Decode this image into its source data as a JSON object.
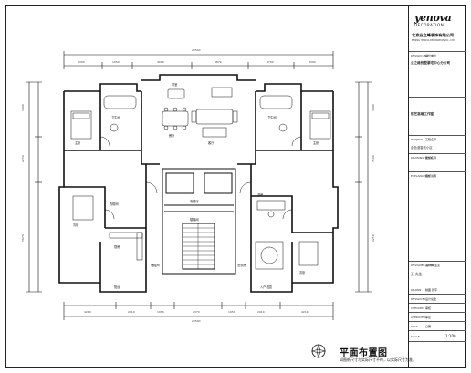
{
  "title_block": {
    "logo_word": "yenova",
    "logo_sub": "DECORATION",
    "company_name": "北京业之峰装饰有限公司",
    "company_en": "BEIJING YENOVA DECORATION CO., LTD.",
    "design_unit_label": "DESIGN UNIT",
    "design_unit_value": "设计单位",
    "branch": "业之峰别墅豪宅中心分公司",
    "studio": "德艺高端工作室",
    "project_label": "PROJECT",
    "project_value": "工程名称",
    "project_name": "金色漫香苑小区",
    "drawing_title_label": "DRAWING TITLE",
    "drawing_title_value": "图纸名称",
    "explanation_label": "EXPLANATION",
    "explanation_value": "图纸说明",
    "designer_label": "DESIGNER ADDR",
    "designer_value": "设计师/业主",
    "owner_name": "王 先生",
    "drawn_label": "DRAWN",
    "drawn_value": "制图 张宇",
    "design_label": "DESIGN BY",
    "design_value": "设计总监",
    "checked_label": "CHECKED",
    "checked_value": "审核",
    "approved_label": "APPROVED",
    "approved_value": "审定",
    "date_label": "DATE",
    "date_value": "日期",
    "scale_label": "SCALE",
    "scale_value": "1:100"
  },
  "plan": {
    "title": "平面布置图",
    "subtitle": "如图纸尺寸与实际尺寸不符，以实际尺寸为准。",
    "top_total": "23540",
    "top_dims": [
      "3300",
      "1950",
      "4000",
      "4870",
      "3700",
      "3300"
    ],
    "bottom_total": "23500",
    "bottom_dims": [
      "4210",
      "2910",
      "1950",
      "2370",
      "1950",
      "2910",
      "4210"
    ],
    "left_dims": [
      "3900",
      "2250",
      "5670"
    ],
    "right_dims": [
      "3900",
      "1560",
      "2250"
    ],
    "rooms": {
      "living": "客厅",
      "dining": "餐厅",
      "tea": "茶室",
      "master_left": "主卧",
      "master_right": "主卧",
      "bath_l": "卫生间",
      "bath_r": "卫生间",
      "study": "书房",
      "kitchen": "厨房",
      "bedroom_l": "次卧",
      "bedroom_r": "次卧",
      "cloak": "衣帽间",
      "stair": "楼梯间",
      "hall": "电梯厅",
      "balcony": "阳台",
      "storage": "储藏间",
      "laundry": "洗衣房",
      "garden": "入户花园"
    }
  }
}
